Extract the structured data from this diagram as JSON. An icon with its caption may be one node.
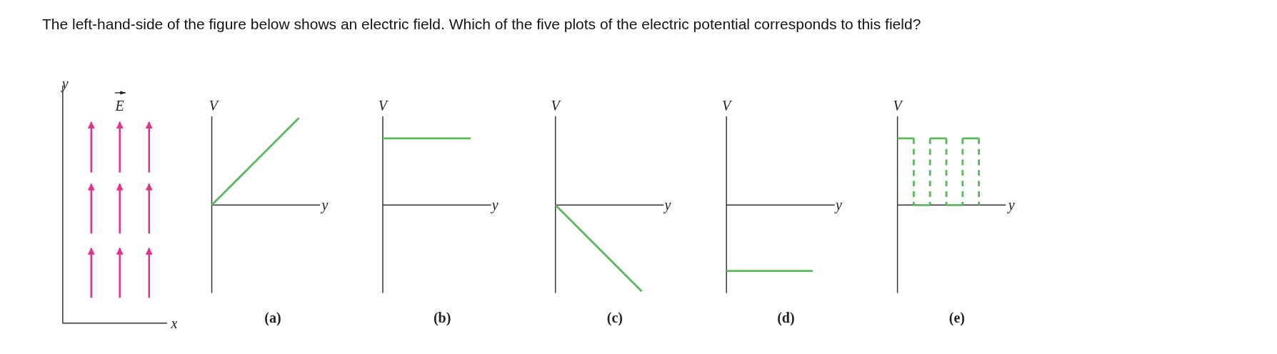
{
  "diagram": {
    "title": "The left-hand-side of the figure below shows an electric field. Which of the five plots of the electric potential corresponds to this field?",
    "labels": [
      "y",
      "E",
      "V",
      "V",
      "V",
      "V",
      "V",
      "y",
      "y",
      "y",
      "y",
      "y",
      "x",
      "(a)",
      "(b)",
      "(c)",
      "(d)",
      "(e)"
    ]
  }
}
